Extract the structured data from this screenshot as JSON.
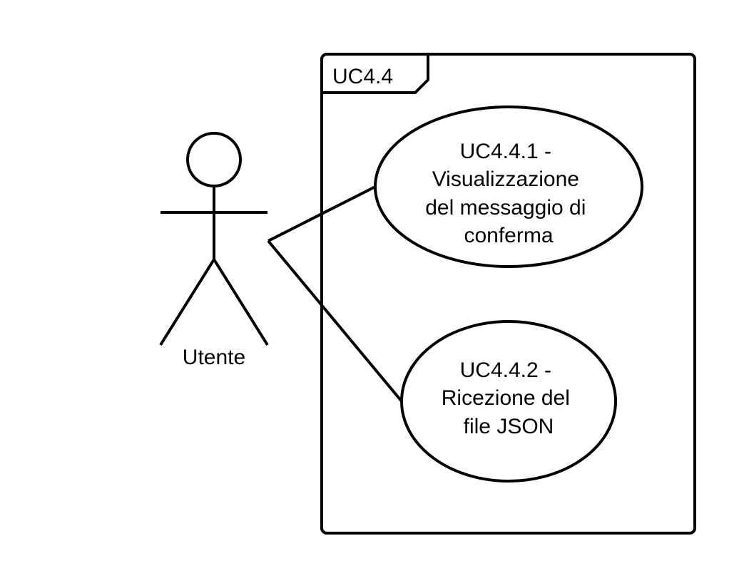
{
  "diagram": {
    "type": "uml-use-case",
    "system_boundary": {
      "label": "UC4.4"
    },
    "actor": {
      "label": "Utente"
    },
    "use_cases": [
      {
        "id": "UC4.4.1",
        "lines": [
          "UC4.4.1 -",
          "Visualizzazione",
          "del messaggio di",
          "conferma"
        ]
      },
      {
        "id": "UC4.4.2",
        "lines": [
          "UC4.4.2 -",
          "Ricezione del",
          "file JSON"
        ]
      }
    ],
    "associations": [
      {
        "from": "Utente",
        "to": "UC4.4.1"
      },
      {
        "from": "Utente",
        "to": "UC4.4.2"
      }
    ],
    "colors": {
      "stroke": "#000000",
      "background": "#ffffff"
    }
  }
}
